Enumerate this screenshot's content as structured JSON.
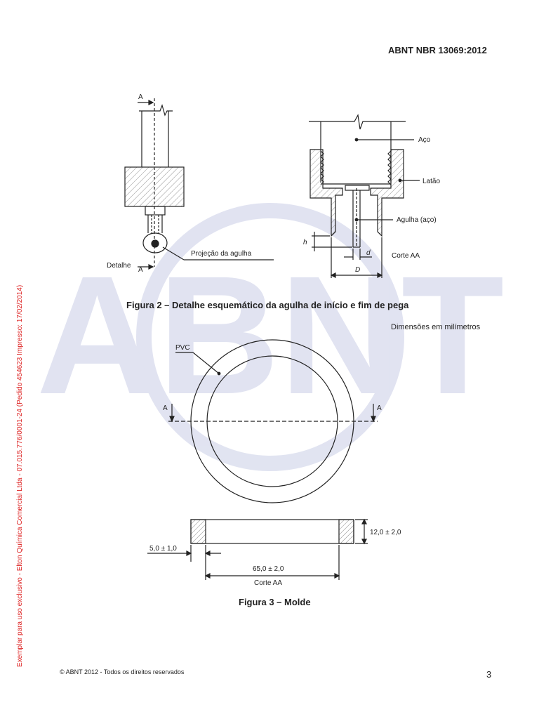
{
  "header": {
    "standard_id": "ABNT NBR 13069:2012"
  },
  "watermark": {
    "text": "ABNT",
    "color": "#c9cde6"
  },
  "side_stamp": {
    "text": "Exemplar para uso exclusivo - Elton Química Comercial Ltda - 07.015.776/0001-24 (Pedido 454623 Impresso: 17/02/2014)",
    "color": "#dd2222"
  },
  "figure2": {
    "caption": "Figura 2 – Detalhe esquemático da agulha de início e fim de pega",
    "labels": {
      "section_a_top": "A",
      "section_a_bottom": "A",
      "detalhe": "Detalhe",
      "projecao": "Projeção da agulha",
      "aco": "Aço",
      "latao": "Latão",
      "agulha": "Agulha (aço)",
      "h": "h",
      "d": "d",
      "D": "D",
      "corte": "Corte AA"
    }
  },
  "figure3": {
    "units_note": "Dimensões em milímetros",
    "caption": "Figura 3 – Molde",
    "labels": {
      "pvc": "PVC",
      "section_a_left": "A",
      "section_a_right": "A",
      "height_dim": "12,0 ± 2,0",
      "wall_dim": "5,0 ± 1,0",
      "diameter_dim": "65,0 ± 2,0",
      "corte": "Corte AA"
    }
  },
  "footer": {
    "copyright": "© ABNT 2012 - Todos os direitos reservados",
    "page_number": "3"
  }
}
